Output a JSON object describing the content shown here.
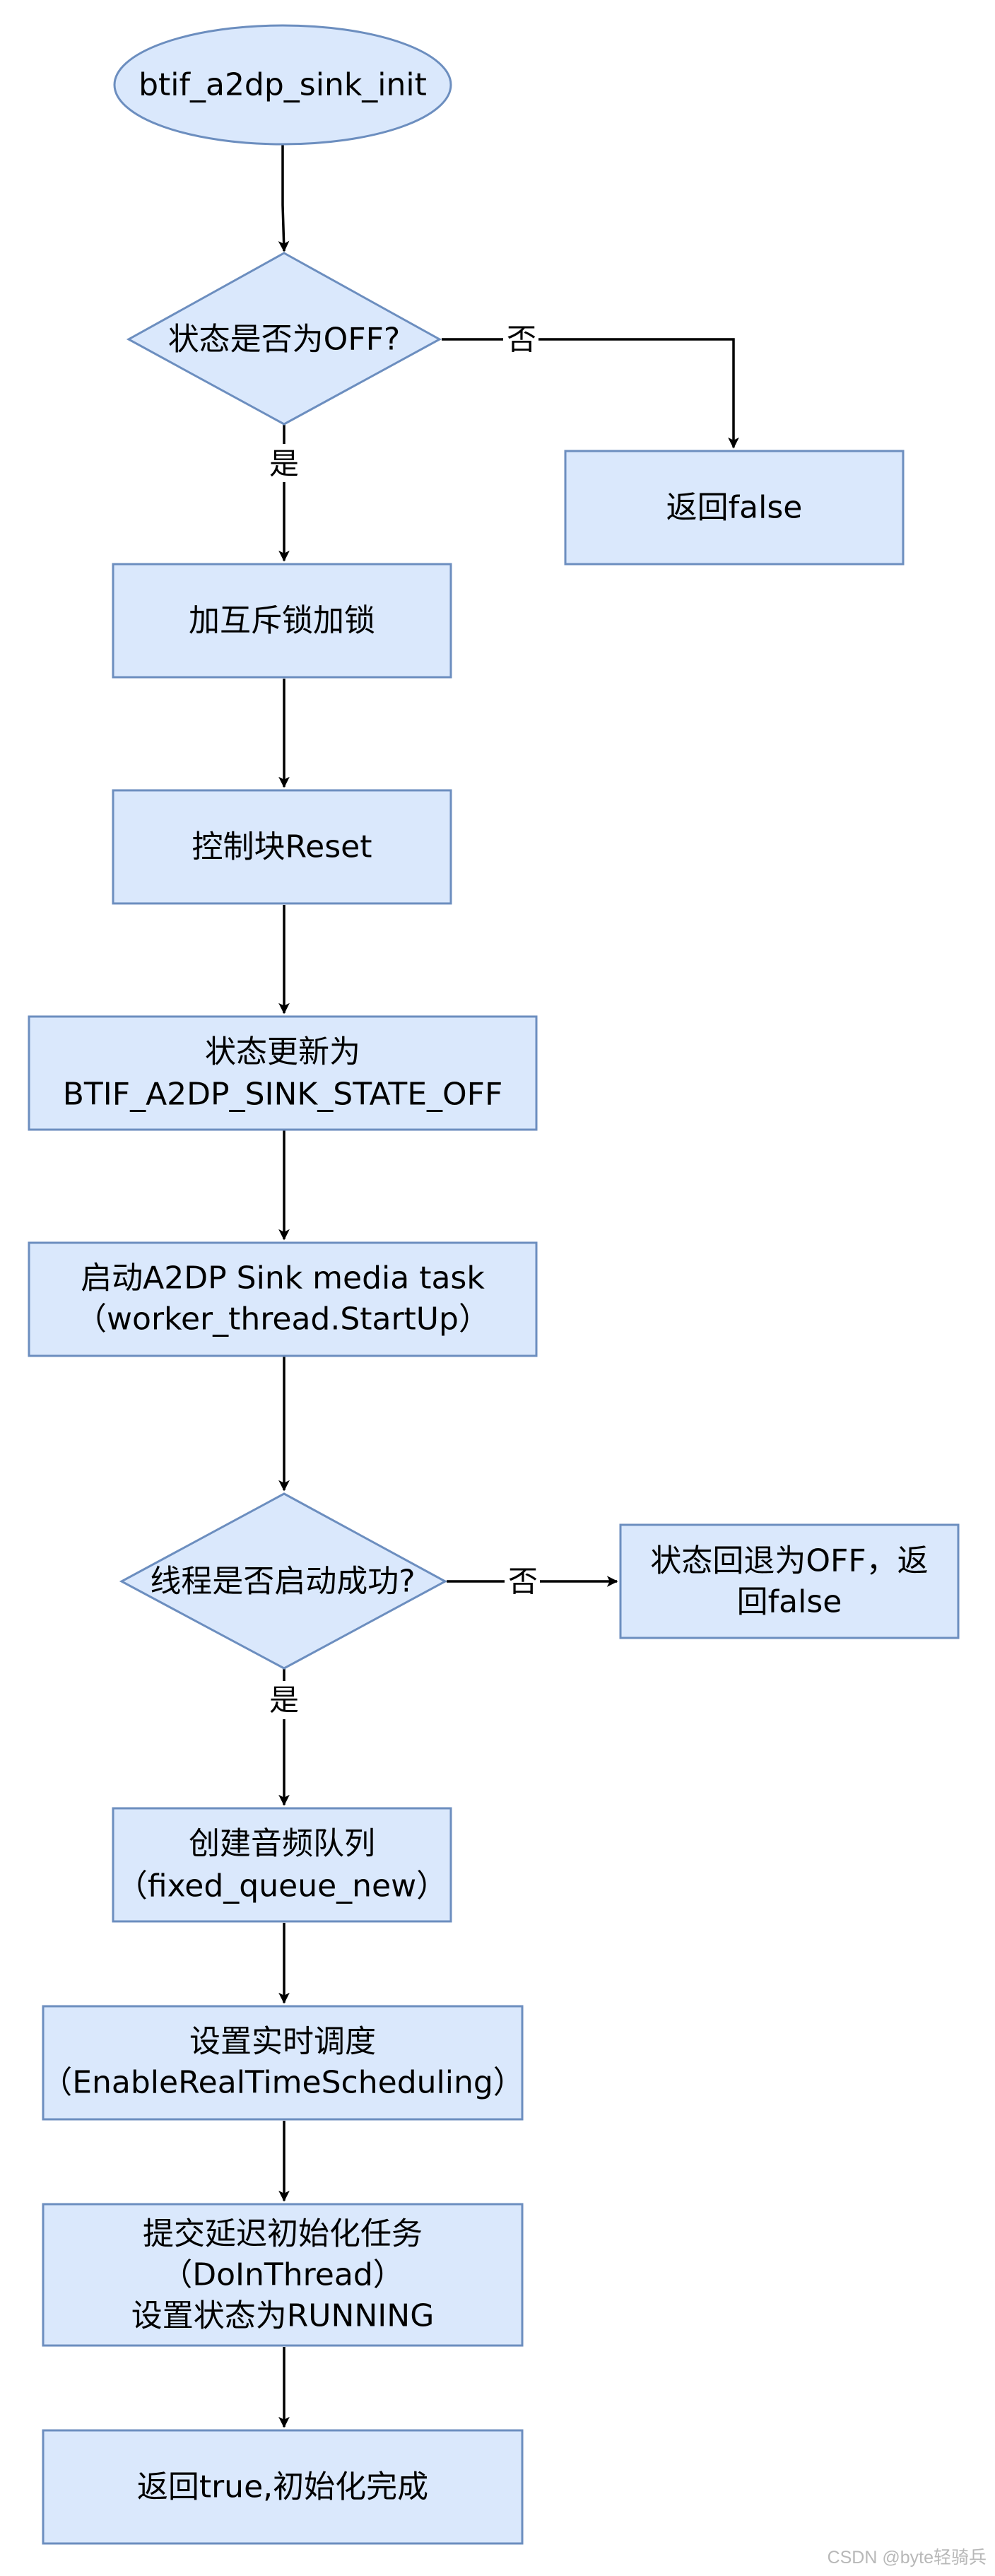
{
  "diagram": {
    "nodes": {
      "start": [
        "btif_a2dp_sink_init"
      ],
      "check_state": [
        "状态是否为OFF?"
      ],
      "return_false_1": [
        "返回false"
      ],
      "lock_mutex": [
        "加互斥锁加锁"
      ],
      "reset_cb": [
        "控制块Reset"
      ],
      "update_state": [
        "状态更新为",
        "BTIF_A2DP_SINK_STATE_OFF"
      ],
      "start_task": [
        "启动A2DP Sink media task",
        "（worker_thread.StartUp）"
      ],
      "check_thread": [
        "线程是否启动成功?"
      ],
      "rollback": [
        "状态回退为OFF，返",
        "回false"
      ],
      "create_queue": [
        "创建音频队列",
        "（fixed_queue_new）"
      ],
      "realtime": [
        "设置实时调度",
        "（EnableRealTimeScheduling）"
      ],
      "submit_task": [
        "提交延迟初始化任务",
        "（DoInThread）",
        "设置状态为RUNNING"
      ],
      "return_true": [
        "返回true,初始化完成"
      ]
    },
    "edge_labels": {
      "state_no": "否",
      "state_yes": "是",
      "thread_no": "否",
      "thread_yes": "是"
    }
  },
  "watermark": "CSDN @byte轻骑兵"
}
